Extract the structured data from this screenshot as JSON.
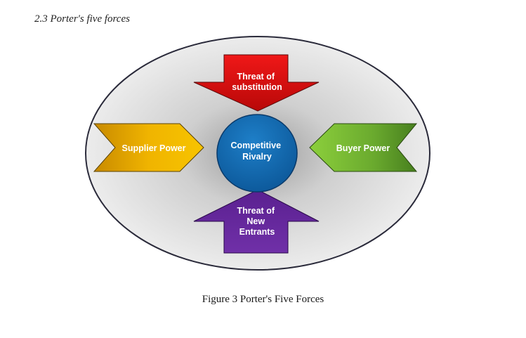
{
  "section_heading": "2.3 Porter's five forces",
  "figure_caption": "Figure 3 Porter's Five Forces",
  "diagram": {
    "center": {
      "lines": [
        "Competitive",
        "Rivalry"
      ],
      "color": "#1a6fb5"
    },
    "forces": [
      {
        "id": "threat-of-substitution",
        "lines": [
          "Threat of",
          "substitution"
        ],
        "direction": "down",
        "position": "top",
        "color": "#e01010"
      },
      {
        "id": "supplier-power",
        "lines": [
          "Supplier Power"
        ],
        "direction": "right",
        "position": "left",
        "color": "#f0b400"
      },
      {
        "id": "buyer-power",
        "lines": [
          "Buyer Power"
        ],
        "direction": "left",
        "position": "right",
        "color": "#6fb530"
      },
      {
        "id": "threat-of-new-entrants",
        "lines": [
          "Threat of",
          "New",
          "Entrants"
        ],
        "direction": "up",
        "position": "bottom",
        "color": "#6a2aa0"
      }
    ],
    "background_color": "#e8e8e8",
    "outline_color": "#2a2a3a"
  }
}
